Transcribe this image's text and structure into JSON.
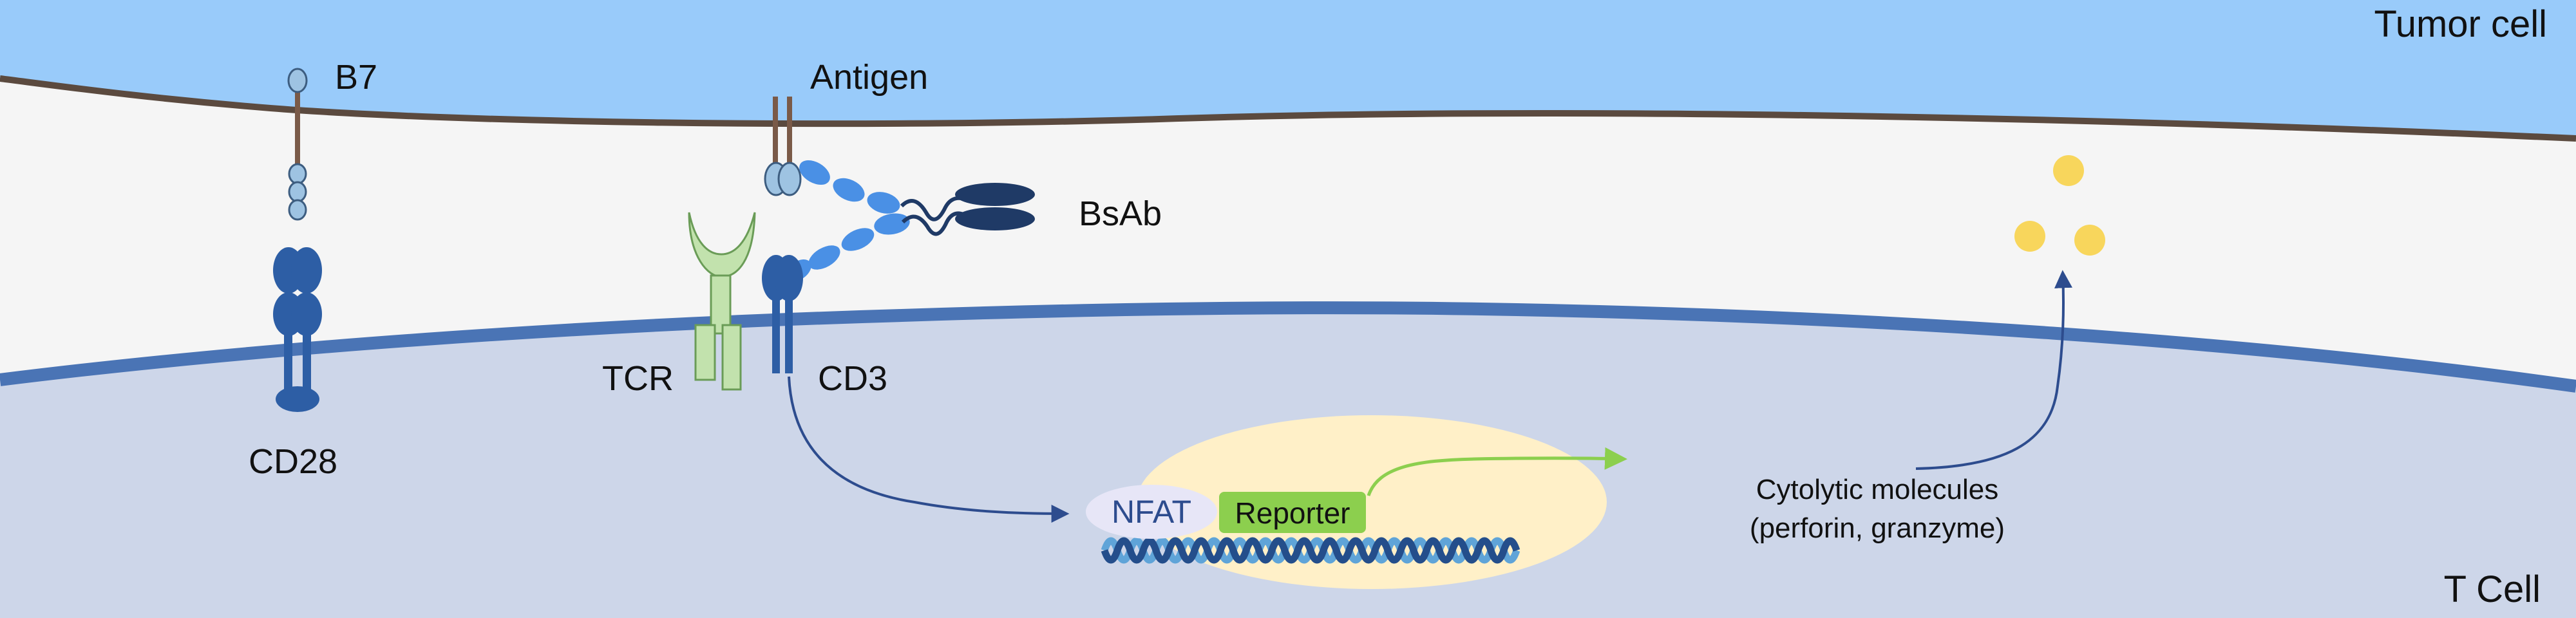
{
  "regions": {
    "tumor_cell": "Tumor cell",
    "t_cell": "T Cell"
  },
  "molecules": {
    "b7": "B7",
    "cd28": "CD28",
    "antigen": "Antigen",
    "bsab": "BsAb",
    "tcr": "TCR",
    "cd3": "CD3"
  },
  "nucleus": {
    "nfat": "NFAT",
    "reporter": "Reporter"
  },
  "output": {
    "line1": "Cytolytic molecules",
    "line2": "(perforin, granzyme)"
  },
  "colors": {
    "tumor_cell": "#99cbfa",
    "tumor_membrane": "#5b4a3f",
    "interstitial": "#f5f5f5",
    "t_cell": "#cdd6e9",
    "t_membrane": "#4a74b5",
    "cd28": "#2d5ea5",
    "b7": "#9ec3e2",
    "tcr": "#c2e2ad",
    "bsab_light": "#4a90e5",
    "bsab_dark": "#1f3a66",
    "nucleus": "#fff0c8",
    "nfat": "#e7e6f7",
    "reporter": "#8ccf4e",
    "dna_dark": "#244e8b",
    "dna_light": "#5fa4d8",
    "granules": "#f8d65c",
    "arrow_blue": "#2d4c8e",
    "arrow_green": "#8ccf4e"
  }
}
